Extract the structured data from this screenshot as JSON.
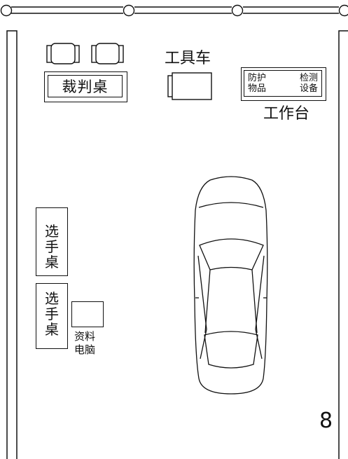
{
  "referee_desk": {
    "label": "裁判桌"
  },
  "tool_cart": {
    "label": "工具车"
  },
  "workbench": {
    "label": "工作台",
    "protective_items": [
      "防护",
      "物品"
    ],
    "test_equipment": [
      "检测",
      "设备"
    ]
  },
  "competitor_desks": [
    {
      "label": [
        "选",
        "手",
        "桌"
      ]
    },
    {
      "label": [
        "选",
        "手",
        "桌"
      ]
    }
  ],
  "reference_computer": {
    "label": [
      "资料",
      "电脑"
    ]
  },
  "corner_mark": {
    "label": "8"
  }
}
